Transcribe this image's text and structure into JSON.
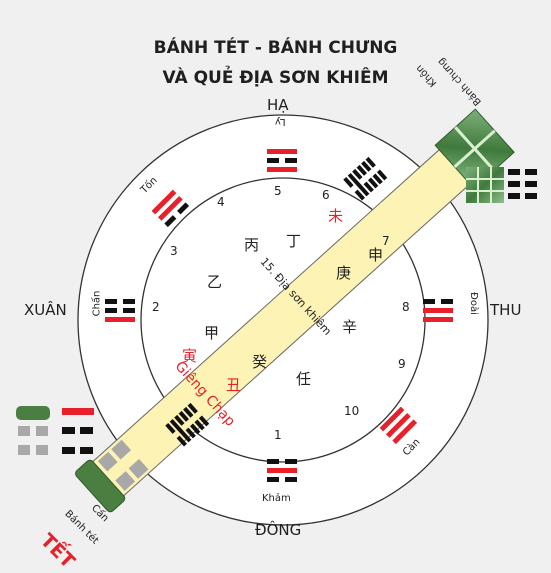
{
  "title": {
    "line1": "BÁNH TÉT - BÁNH CHƯNG",
    "line2": "VÀ QUẺ ĐỊA SƠN KHIÊM"
  },
  "directions": {
    "ha": "HẠ",
    "xuan": "XUÂN",
    "thu": "THU",
    "dong": "ĐÔNG"
  },
  "trigrams": {
    "ly": "Ly",
    "ton": "Tốn",
    "chan": "Chấn",
    "doai": "Đoài",
    "can_gen": "Cấn",
    "can_qian": "Càn",
    "kham": "Khảm",
    "khon": "Khôn"
  },
  "numbers": [
    "1",
    "2",
    "3",
    "4",
    "5",
    "6",
    "7",
    "8",
    "9",
    "10"
  ],
  "stems_branches": {
    "binh": "丙",
    "dinh": "丁",
    "mui": "未",
    "than": "申",
    "canh": "庚",
    "tan": "辛",
    "at": "乙",
    "giap": "甲",
    "quy": "癸",
    "nham": "任",
    "dan": "寅",
    "suu": "丑"
  },
  "band_label": "15. Địa sơn khiêm",
  "gieng_chan": "Giêng Chạp",
  "banh_chung": "Bánh chưng",
  "banh_tet": "Bánh tét",
  "tet": "TẾT",
  "colors": {
    "yellow": "#fdf3b5",
    "red": "#e8202a",
    "green": "#3f7a3c",
    "gray": "#a8a8a8",
    "bg": "#f0f0f0"
  }
}
